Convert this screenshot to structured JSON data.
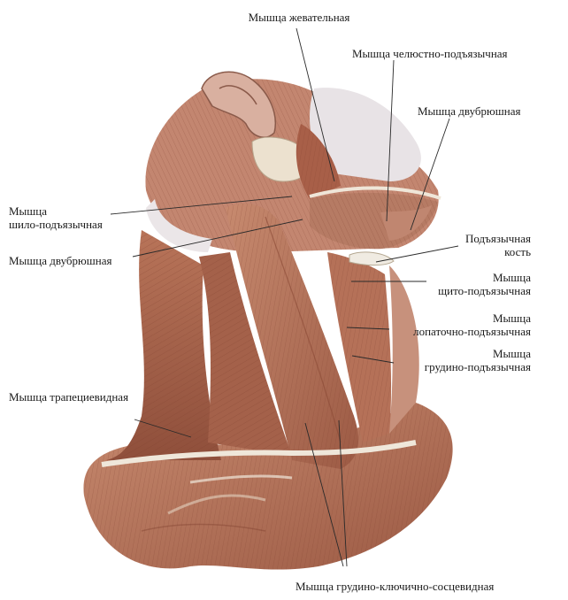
{
  "figure": {
    "colors": {
      "muscle": "#b9785e",
      "muscle_dark": "#8a4a36",
      "muscle_light": "#d6a08a",
      "tendon": "#ece4d8",
      "bone": "#ddd6cc",
      "line": "#2a2a2a"
    },
    "labels": [
      {
        "id": "masseter",
        "lines": [
          "Мышца жевательная"
        ]
      },
      {
        "id": "mylohyoid",
        "lines": [
          "Мышца челюстно-подъязычная"
        ]
      },
      {
        "id": "digastric-front",
        "lines": [
          "Мышца двубрюшная"
        ]
      },
      {
        "id": "stylohyoid",
        "lines": [
          "Мышца",
          "шило-подъязычная"
        ]
      },
      {
        "id": "digastric-back",
        "lines": [
          "Мышца двубрюшная"
        ]
      },
      {
        "id": "hyoid-bone",
        "lines": [
          "Подъязычная",
          "кость"
        ]
      },
      {
        "id": "thyrohyoid",
        "lines": [
          "Мышца",
          "щито-подъязычная"
        ]
      },
      {
        "id": "omohyoid",
        "lines": [
          "Мышца",
          "лопаточно-подъязычная"
        ]
      },
      {
        "id": "sternohyoid",
        "lines": [
          "Мышца",
          "грудино-подъязычная"
        ]
      },
      {
        "id": "trapezius",
        "lines": [
          "Мышца трапециевидная"
        ]
      },
      {
        "id": "sternocleidomastoid",
        "lines": [
          "Мышца грудино-ключично-сосцевидная"
        ]
      }
    ]
  }
}
